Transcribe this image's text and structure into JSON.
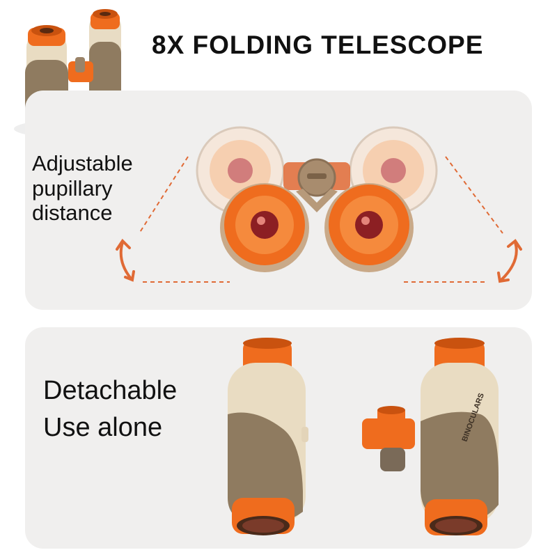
{
  "title": "8X FOLDING TELESCOPE",
  "feature_top": {
    "line1": "Adjustable",
    "line2": "pupillary",
    "line3": "distance"
  },
  "feature_bottom": {
    "line1": "Detachable",
    "line2": "Use alone"
  },
  "product_label": {
    "brand": "BINOCULARS"
  },
  "colors": {
    "orange": "#ee6a1f",
    "khaki": "#8e7a5f",
    "cream": "#e9dcc2",
    "panel": "#f0efee",
    "arrow": "#e06a35"
  }
}
